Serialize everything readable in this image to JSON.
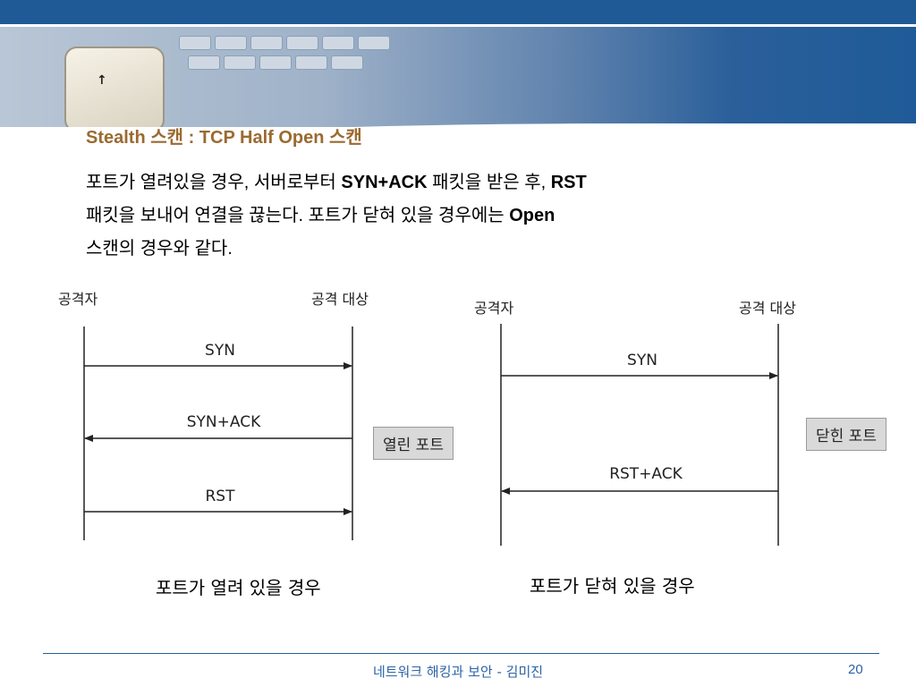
{
  "slide": {
    "title": "Stealth 스캔 : TCP Half Open 스캔",
    "para_line1_a": "포트가 열려있을 경우, 서버로부터 ",
    "para_line1_b": "SYN+ACK",
    "para_line1_c": " 패킷을 받은 후, ",
    "para_line1_d": "RST",
    "para_line2_a": "패킷을 보내어 연결을 끊는다. 포트가 닫혀 있을 경우에는 ",
    "para_line2_b": "Open",
    "para_line3": "스캔의 경우와 같다."
  },
  "left_diagram": {
    "attacker": "공격자",
    "target": "공격 대상",
    "msg1": "SYN",
    "msg2": "SYN+ACK",
    "msg3": "RST",
    "state": "열린 포트",
    "caption": "포트가 열려 있을 경우"
  },
  "right_diagram": {
    "attacker": "공격자",
    "target": "공격 대상",
    "msg1": "SYN",
    "msg2": "RST+ACK",
    "state": "닫힌 포트",
    "caption": "포트가 닫혀 있을 경우"
  },
  "footer": {
    "text": "네트워크 해킹과 보안  -  김미진",
    "page": "20"
  }
}
